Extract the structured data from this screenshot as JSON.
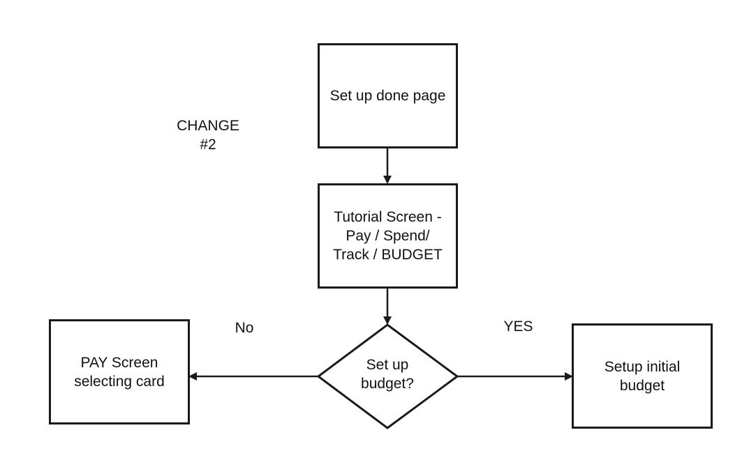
{
  "diagram": {
    "nodes": {
      "setup_done": "Set up done page",
      "tutorial": "Tutorial Screen -\nPay / Spend/\nTrack / BUDGET",
      "decision": "Set up\nbudget?",
      "pay_screen": "PAY Screen\nselecting card",
      "setup_budget": "Setup initial\nbudget"
    },
    "edges": {
      "no_label": "No",
      "yes_label": "YES"
    },
    "annotation": "CHANGE\n#2"
  },
  "colors": {
    "stroke": "#1a1a1a",
    "background": "#ffffff"
  }
}
